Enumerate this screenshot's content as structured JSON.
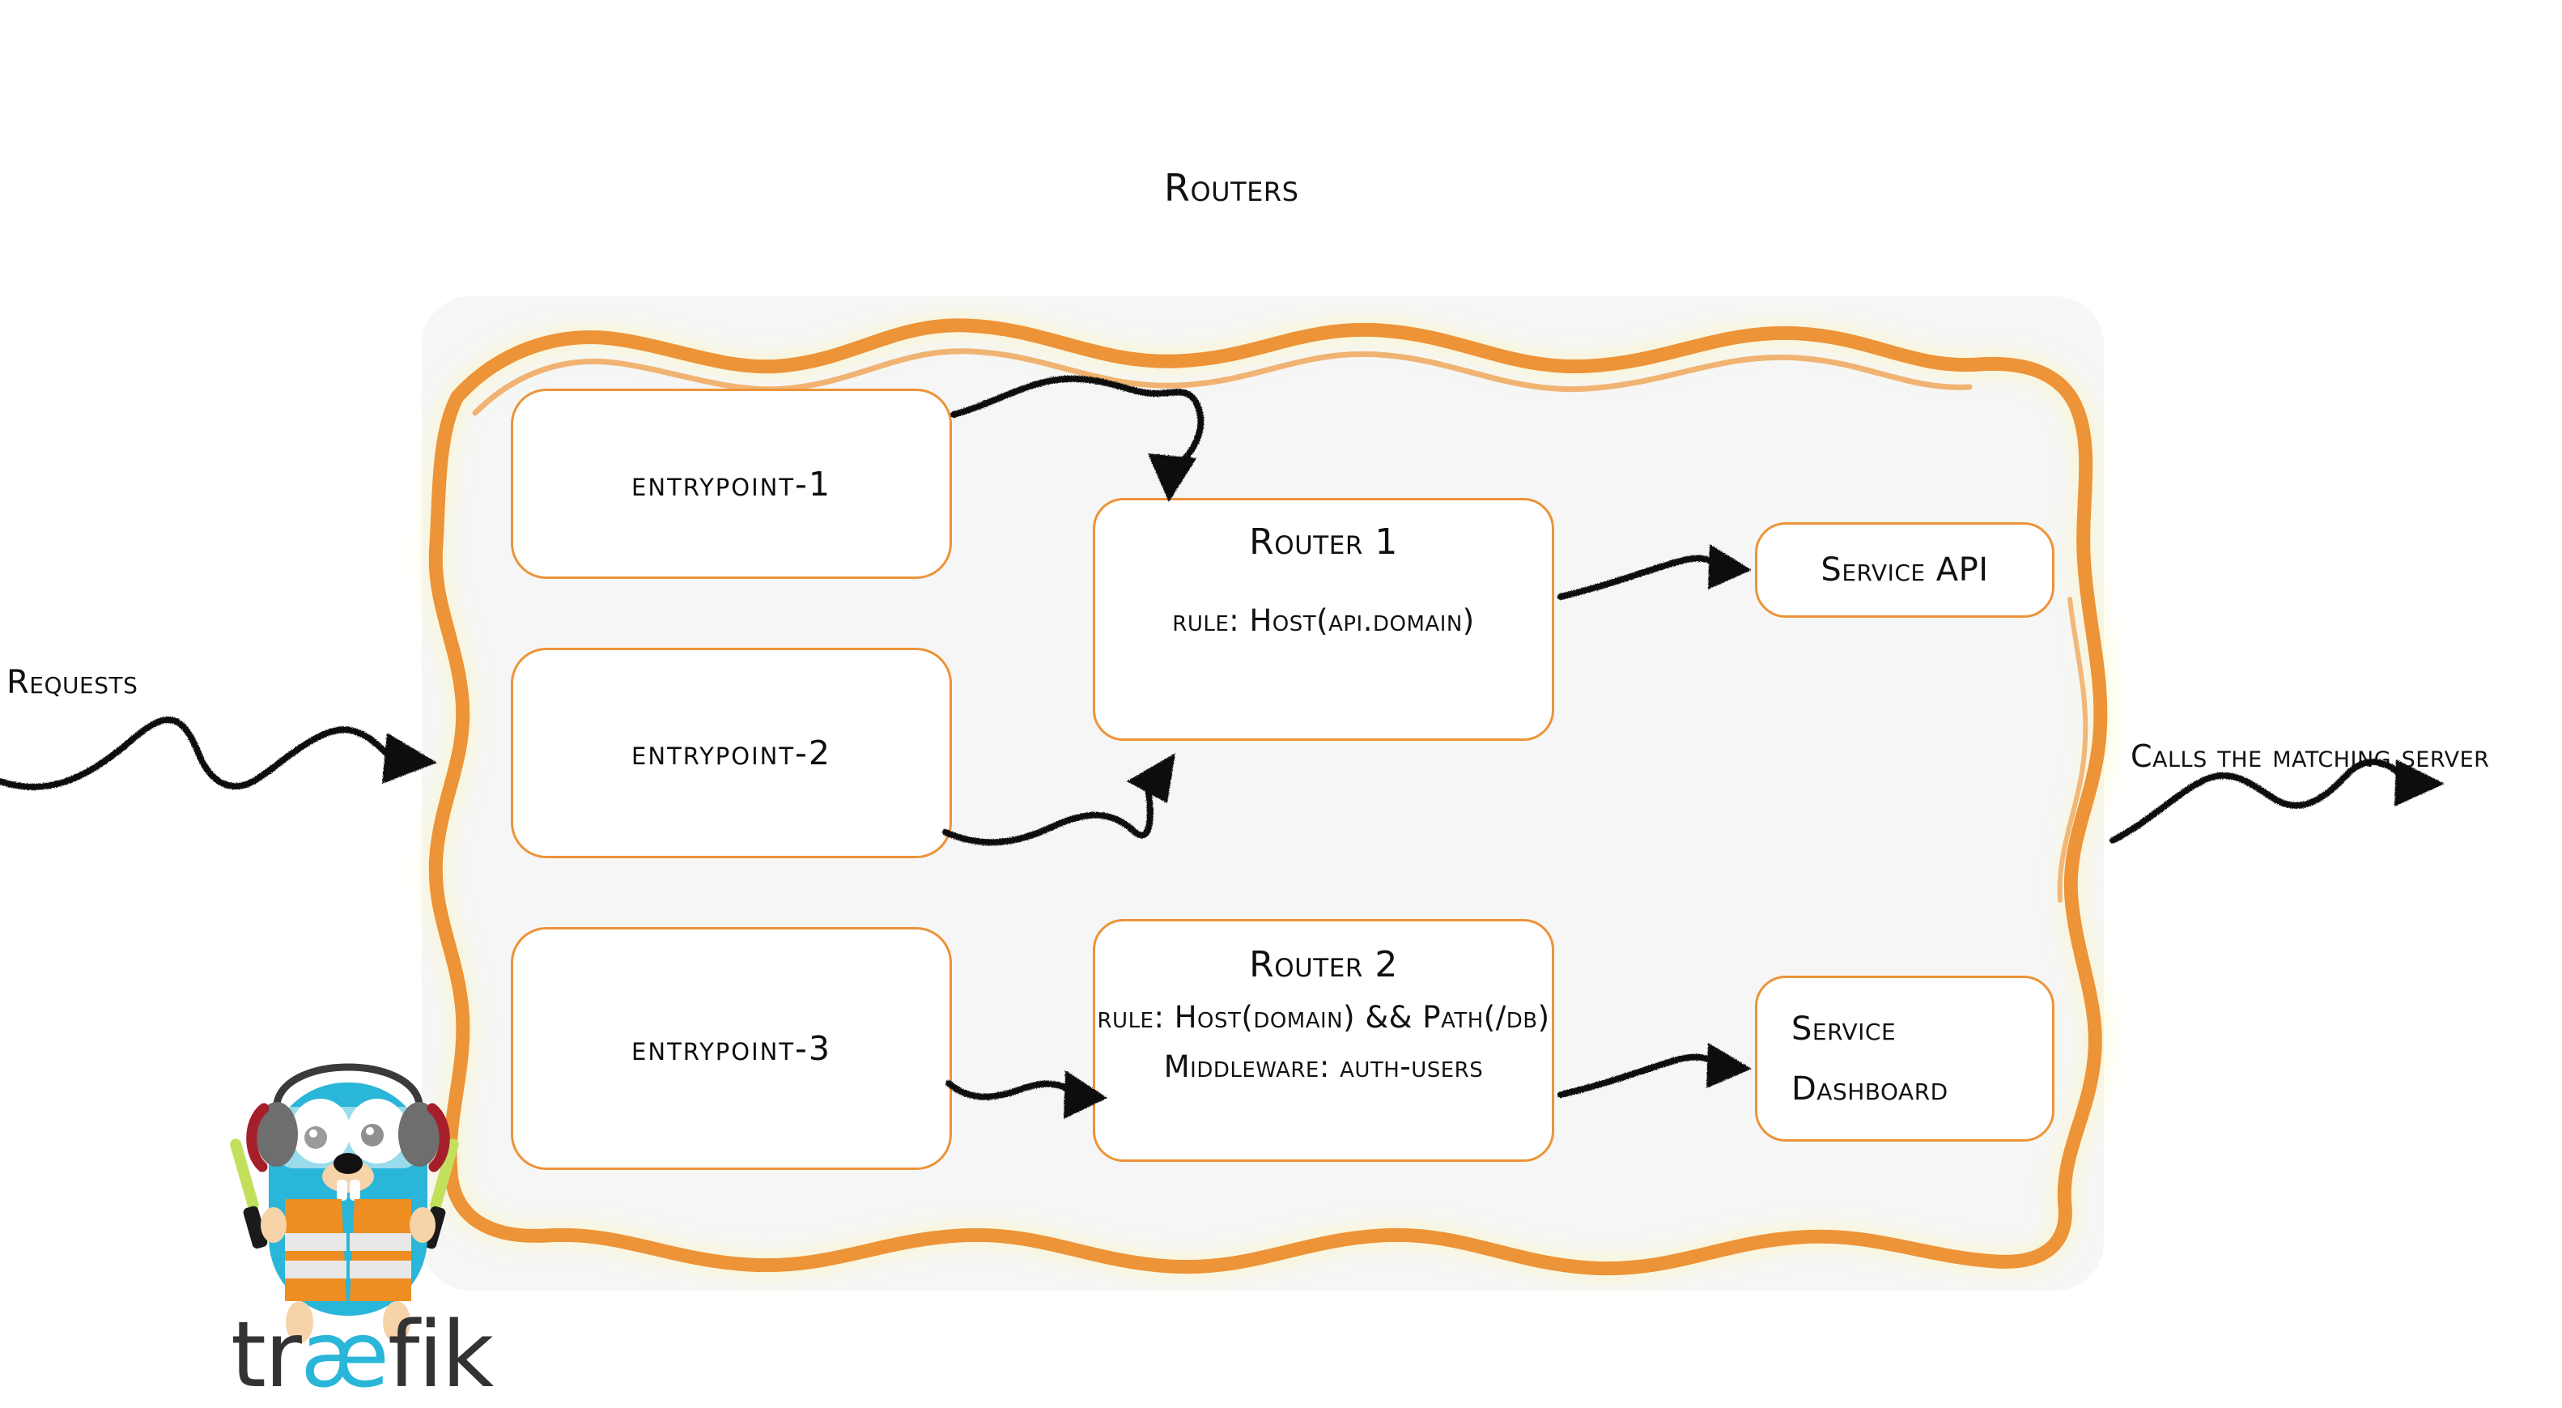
{
  "diagram": {
    "title": "Routers",
    "container_fill": "#f6f6f6",
    "accent_color": "#ed9339",
    "ink_color": "#111111"
  },
  "edge_labels": {
    "requests": "Requests",
    "calls": "Calls the matching server"
  },
  "entrypoints": [
    {
      "label": "entrypoint-1"
    },
    {
      "label": "entrypoint-2"
    },
    {
      "label": "entrypoint-3"
    }
  ],
  "routers": [
    {
      "title": "Router 1",
      "rule": "rule: Host(api.domain)",
      "middleware": ""
    },
    {
      "title": "Router 2",
      "rule": "rule: Host(domain) && Path(/db)",
      "middleware": "Middleware: auth-users"
    }
  ],
  "services": [
    {
      "label": "Service API"
    },
    {
      "label_line1": "Service",
      "label_line2": "Dashboard"
    }
  ],
  "brand": {
    "wordmark_prefix": "tr",
    "wordmark_ligature": "æ",
    "wordmark_suffix": "fik",
    "body_color": "#29b6d8",
    "vest_color": "#ee8e22",
    "stripe_color": "#e8e8e8",
    "wordmark_color": "#333333",
    "wordmark_accent": "#29b6d8"
  }
}
